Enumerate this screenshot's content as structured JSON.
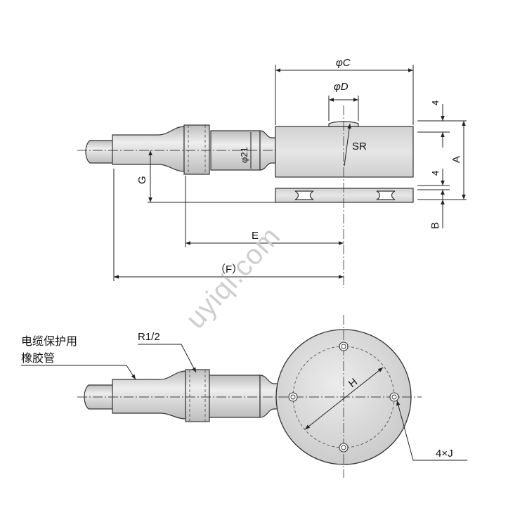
{
  "side_view": {
    "dim_phiC": "φC",
    "dim_phiD": "φD",
    "dim_SR": "SR",
    "dim_phi21": "φ21",
    "dim_4_top": "4",
    "dim_4_bottom": "4",
    "dim_A": "A",
    "dim_B": "B",
    "dim_G": "G",
    "dim_E": "E",
    "dim_F": "（F）"
  },
  "top_view": {
    "cable_label_line1": "电缆保护用",
    "cable_label_line2": "橡胶管",
    "thread_label": "R1/2",
    "dim_H": "H",
    "holes_label": "4×J"
  },
  "watermark": "uyiqi.com",
  "colors": {
    "body_fill": "#dcdcdc",
    "body_fill_dark": "#c8c8c8",
    "line": "#333333",
    "watermark": "#cccccc"
  }
}
